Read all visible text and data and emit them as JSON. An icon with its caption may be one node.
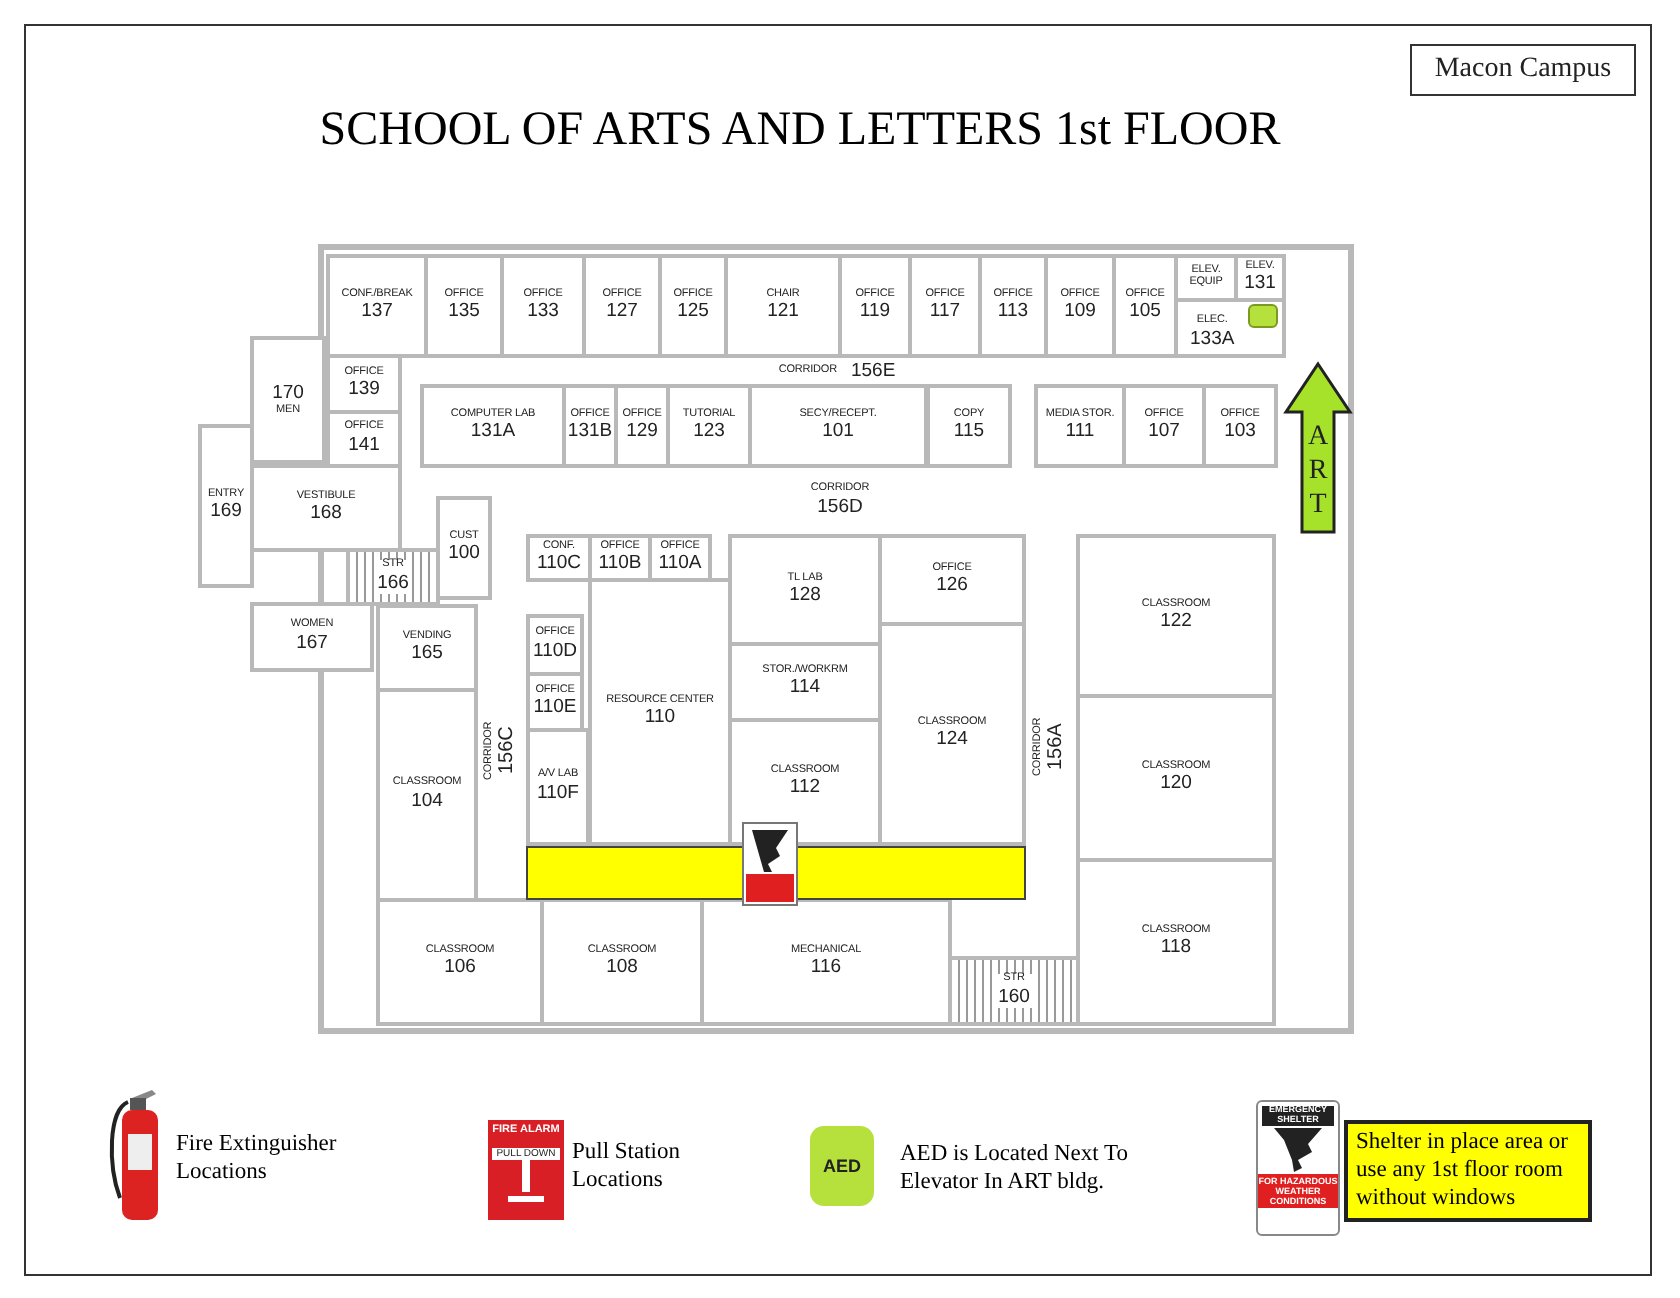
{
  "diagram": {
    "title": "SCHOOL OF ARTS AND LETTERS 1st FLOOR",
    "nodes": [
      {
        "text": [
          "Macon Campus"
        ]
      },
      {
        "text": [
          "CONF./BREAK",
          "137"
        ]
      },
      {
        "text": [
          "OFFICE",
          "135"
        ]
      },
      {
        "text": [
          "OFFICE",
          "133"
        ]
      },
      {
        "text": [
          "OFFICE",
          "127"
        ]
      },
      {
        "text": [
          "OFFICE",
          "125"
        ]
      },
      {
        "text": [
          "CHAIR",
          "121"
        ]
      },
      {
        "text": [
          "OFFICE",
          "119"
        ]
      },
      {
        "text": [
          "OFFICE",
          "117"
        ]
      },
      {
        "text": [
          "OFFICE",
          "113"
        ]
      },
      {
        "text": [
          "OFFICE",
          "109"
        ]
      },
      {
        "text": [
          "OFFICE",
          "105"
        ]
      },
      {
        "text": [
          "ELEV. EQUIP"
        ]
      },
      {
        "text": [
          "ELEV.",
          "131"
        ]
      },
      {
        "text": [
          "ELEC.",
          "133A"
        ]
      },
      {
        "text": [
          "170",
          "MEN"
        ]
      },
      {
        "text": [
          "OFFICE",
          "139"
        ]
      },
      {
        "text": [
          "CORRIDOR",
          "156E"
        ]
      },
      {
        "text": [
          "COMPUTER LAB",
          "131A"
        ]
      },
      {
        "text": [
          "OFFICE",
          "131B"
        ]
      },
      {
        "text": [
          "OFFICE",
          "129"
        ]
      },
      {
        "text": [
          "TUTORIAL",
          "123"
        ]
      },
      {
        "text": [
          "SECY/RECEPT.",
          "101"
        ]
      },
      {
        "text": [
          "COPY",
          "115"
        ]
      },
      {
        "text": [
          "MEDIA STOR.",
          "111"
        ]
      },
      {
        "text": [
          "OFFICE",
          "107"
        ]
      },
      {
        "text": [
          "OFFICE",
          "103"
        ]
      },
      {
        "text": [
          "OFFICE",
          "141"
        ]
      },
      {
        "text": [
          "A R T"
        ]
      },
      {
        "text": [
          "ENTRY",
          "169"
        ]
      },
      {
        "text": [
          "VESTIBULE",
          "168"
        ]
      },
      {
        "text": [
          "CORRIDOR",
          "156D"
        ]
      },
      {
        "text": [
          "CUST",
          "100"
        ]
      },
      {
        "text": [
          "STR",
          "166"
        ]
      },
      {
        "text": [
          "CONF.",
          "110C"
        ]
      },
      {
        "text": [
          "OFFICE",
          "110B"
        ]
      },
      {
        "text": [
          "OFFICE",
          "110A"
        ]
      },
      {
        "text": [
          "TL LAB",
          "128"
        ]
      },
      {
        "text": [
          "OFFICE",
          "126"
        ]
      },
      {
        "text": [
          "CLASSROOM",
          "122"
        ]
      },
      {
        "text": [
          "WOMEN",
          "167"
        ]
      },
      {
        "text": [
          "VENDING",
          "165"
        ]
      },
      {
        "text": [
          "OFFICE",
          "110D"
        ]
      },
      {
        "text": [
          "CORRIDOR",
          "156C"
        ]
      },
      {
        "text": [
          "RESOURCE CENTER",
          "110"
        ]
      },
      {
        "text": [
          "STOR./WORKRM",
          "114"
        ]
      },
      {
        "text": [
          "OFFICE",
          "110E"
        ]
      },
      {
        "text": [
          "CLASSROOM",
          "124"
        ]
      },
      {
        "text": [
          "CORRIDOR",
          "156A"
        ]
      },
      {
        "text": [
          "CLASSROOM",
          "120"
        ]
      },
      {
        "text": [
          "A/V LAB",
          "110F"
        ]
      },
      {
        "text": [
          "CLASSROOM",
          "104"
        ]
      },
      {
        "text": [
          "CLASSROOM",
          "112"
        ]
      },
      {
        "text": [
          "CLASSROOM",
          "118"
        ]
      },
      {
        "text": [
          "CLASSROOM",
          "106"
        ]
      },
      {
        "text": [
          "CLASSROOM",
          "108"
        ]
      },
      {
        "text": [
          "MECHANICAL",
          "116"
        ]
      },
      {
        "text": [
          "STR",
          "160"
        ]
      },
      {
        "text": [],
        "shape": "bar"
      }
    ],
    "labels": [
      "FIRE ALARM",
      "PULL DOWN",
      "AED",
      "EMERGENCY SHELTER",
      "FOR HAZARDOUS WEATHER CONDITIONS"
    ],
    "legend": [
      {
        "text": "Fire Extinguisher Locations"
      },
      {
        "text": "Pull Station Locations"
      },
      {
        "text": "AED is Located Next To Elevator In ART bldg."
      },
      {
        "text": "Shelter in place area or use any 1st floor room without windows",
        "color": "#ffff00"
      }
    ]
  }
}
